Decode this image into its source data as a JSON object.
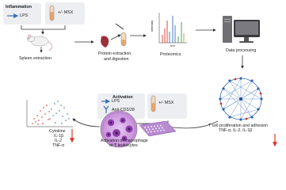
{
  "inflammation_box": {
    "title": "Inflammation",
    "lps": "LPS",
    "msx": "+/- MSX"
  },
  "steps": {
    "spleen": "Spleen extraction",
    "protein_line1": "Protein extraction",
    "protein_line2": "and digestion",
    "proteomics": "Proteomics",
    "data": "Data processing"
  },
  "spectrum": {
    "y_label": "Intensity",
    "x_label": "m/z"
  },
  "activation_box": {
    "title": "Activation",
    "lps": "LPS",
    "anti": "Anti-CD3/28",
    "msx": "+/- MSX"
  },
  "cytokine_list": [
    "Cytokine",
    "IL-1β",
    "IL-2",
    "TNF-α"
  ],
  "activation_label": {
    "line1": "Activation of macrophage",
    "line2": "or T leukocytes"
  },
  "tcell_label": {
    "line1": "T cell proliferation and adhesion",
    "line2": "TNF-α, IL-2, IL-1β"
  },
  "colors": {
    "box_bg": "#eceef1",
    "lps_arrow": "#3b6fb6",
    "red_arrow": "#d9342b",
    "tube": "#e2a46a",
    "dish": "#8a3fa8",
    "network": "#2f65b3"
  }
}
